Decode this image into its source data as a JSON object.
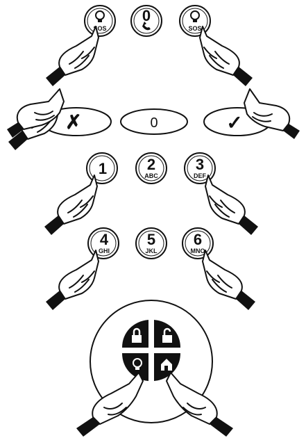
{
  "keys": {
    "sos_left": {
      "main": "",
      "sub": "SOS",
      "icon": "lightbulb-icon"
    },
    "zero_phone": {
      "main": "0",
      "icon": "phone-icon"
    },
    "sos_right": {
      "main": "",
      "sub": "SOS",
      "icon": "lightbulb-icon"
    },
    "cancel": {
      "main": "✗"
    },
    "zero": {
      "main": "0"
    },
    "confirm": {
      "main": "✓"
    },
    "k1": {
      "main": "1",
      "sub": ""
    },
    "k2": {
      "main": "2",
      "sub": "ABC"
    },
    "k3": {
      "main": "3",
      "sub": "DEF"
    },
    "k4": {
      "main": "4",
      "sub": "GHI"
    },
    "k5": {
      "main": "5",
      "sub": "JKL"
    },
    "k6": {
      "main": "6",
      "sub": "MNO"
    }
  },
  "remote": {
    "buttons": [
      {
        "name": "lock-closed-icon"
      },
      {
        "name": "lock-open-icon"
      },
      {
        "name": "lightbulb-icon"
      },
      {
        "name": "home-arm-icon"
      }
    ]
  },
  "colors": {
    "ink": "#111111",
    "paper": "#ffffff"
  }
}
